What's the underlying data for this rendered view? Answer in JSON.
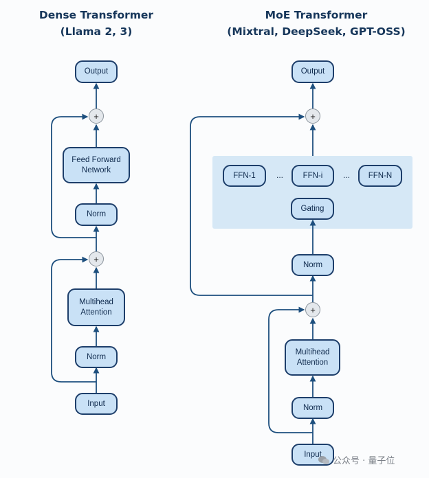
{
  "dense": {
    "title_line1": "Dense Transformer",
    "title_line2": "(Llama 2, 3)",
    "output": "Output",
    "plus_top": "+",
    "ffn_line1": "Feed Forward",
    "ffn_line2": "Network",
    "norm_top": "Norm",
    "plus_bottom": "+",
    "attn_line1": "Multihead",
    "attn_line2": "Attention",
    "norm_bottom": "Norm",
    "input": "Input"
  },
  "moe": {
    "title_line1": "MoE Transformer",
    "title_line2": "(Mixtral, DeepSeek, GPT-OSS)",
    "output": "Output",
    "plus_top": "+",
    "ffn_1": "FFN-1",
    "dots_left": "...",
    "ffn_i": "FFN-i",
    "dots_right": "...",
    "ffn_n": "FFN-N",
    "gating": "Gating",
    "norm_top": "Norm",
    "plus_bottom": "+",
    "attn_line1": "Multihead",
    "attn_line2": "Attention",
    "norm_bottom": "Norm",
    "input": "Input"
  },
  "watermark": {
    "text": "公众号 · 量子位",
    "icon": "wechat-icon"
  },
  "colors": {
    "box_fill": "#c9e1f6",
    "box_stroke": "#1d3e6a",
    "line": "#1d4f7e",
    "group_fill": "#d6e8f6",
    "title": "#16365a"
  }
}
